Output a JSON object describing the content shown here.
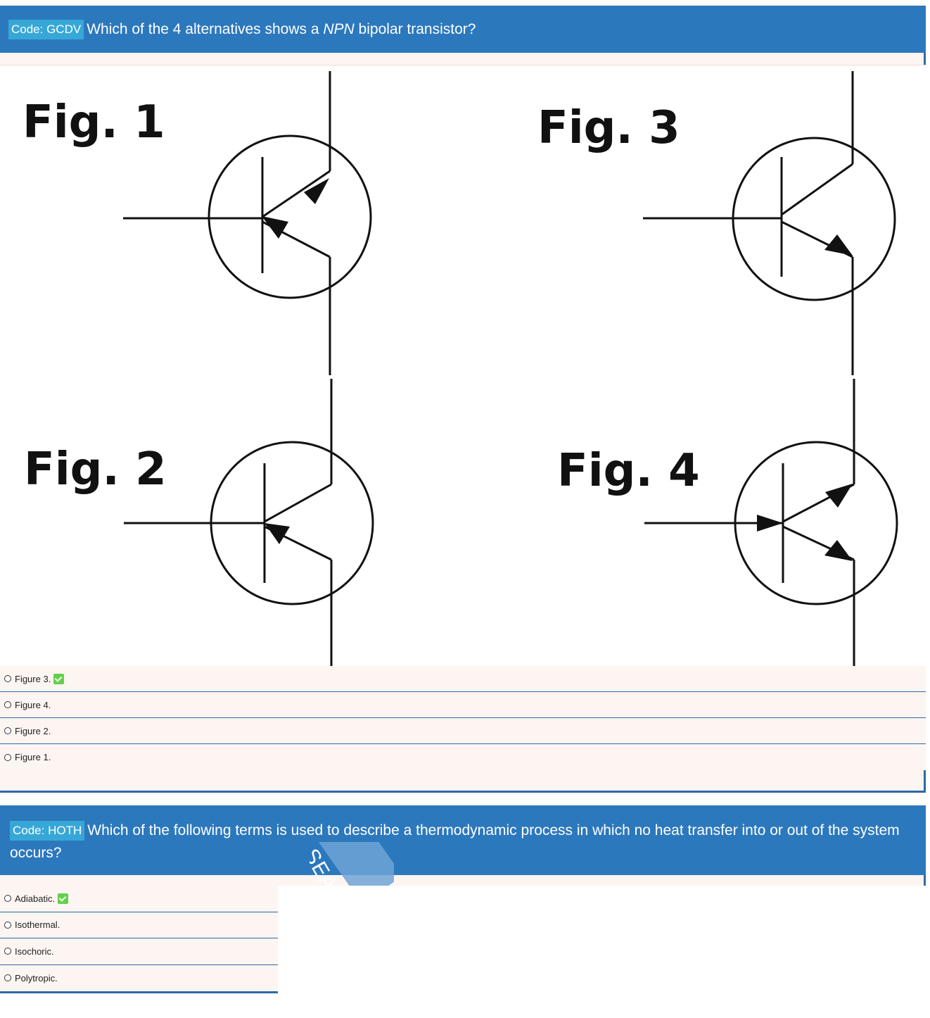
{
  "question1": {
    "code": "Code: GCDV",
    "text_before": "Which of the 4 alternatives shows a ",
    "text_em": "NPN",
    "text_after": " bipolar transistor?",
    "figures": {
      "fig1": "Fig. 1",
      "fig2": "Fig. 2",
      "fig3": "Fig. 3",
      "fig4": "Fig. 4"
    },
    "options": [
      {
        "label": "Figure 3.",
        "correct": true
      },
      {
        "label": "Figure 4.",
        "correct": false
      },
      {
        "label": "Figure 2.",
        "correct": false
      },
      {
        "label": "Figure 1.",
        "correct": false
      }
    ]
  },
  "question2": {
    "code": "Code: HOTH",
    "text": "Which of the following terms is used to describe a thermodynamic process in which no heat transfer into or out of the system occurs?",
    "options": [
      {
        "label": "Adiabatic.",
        "correct": true
      },
      {
        "label": "Isothermal.",
        "correct": false
      },
      {
        "label": "Isochoric.",
        "correct": false
      },
      {
        "label": "Polytropic.",
        "correct": false
      }
    ]
  },
  "watermark": {
    "text": "SEA"
  },
  "colors": {
    "header": "#2c78bd",
    "badge": "#37a7d8",
    "card": "#fdf5f2",
    "check": "#62d14a",
    "border": "#2e6aa8"
  }
}
